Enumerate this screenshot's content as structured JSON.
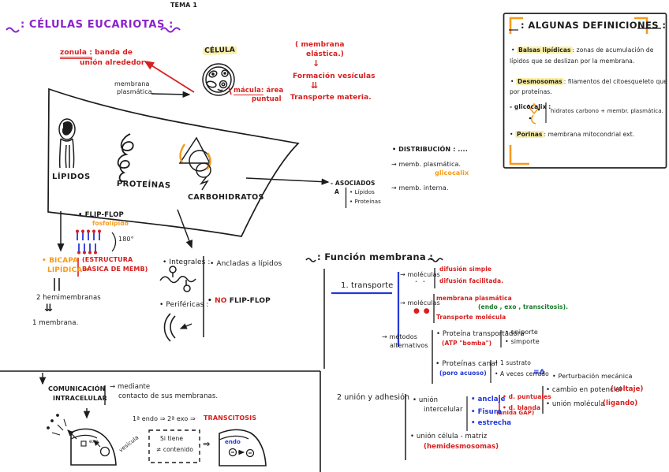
{
  "colors": {
    "ink": "#1c1c1e",
    "purple": "#8b23cc",
    "red": "#d81e1e",
    "orange": "#f59a1d",
    "blue": "#2337d8",
    "green": "#157a28",
    "highlight": "#faf0a8"
  },
  "header": {
    "tema": "TEMA 1",
    "title": ": CÉLULAS EUCARIOTAS :"
  },
  "zonula": {
    "term": "zonula :",
    "rest": " banda de",
    "line2": "unión alrededor"
  },
  "celula": {
    "label": "CÉLULA",
    "membrana_l1": "membrana",
    "membrana_l2": "plasmática.",
    "macula_term": "mácula:",
    "macula_rest": " área",
    "macula_l2": "puntual"
  },
  "elastica": {
    "l1": "( membrana",
    "l2": "elástica.)",
    "a1": "↓",
    "l3": "Formación vesículas",
    "a2": "⇊",
    "l4": "Transporte materia."
  },
  "banner": {
    "lipidos": "LÍPIDOS",
    "proteinas": "PROTEÍNAS",
    "carbohidratos": "CARBOHIDRATOS"
  },
  "asociados": {
    "l1": "- ASOCIADOS",
    "l2": "A",
    "item1": "• Lípidos",
    "item2": "• Proteínas"
  },
  "distribucion": {
    "title": "• DISTRIBUCIÓN : ....",
    "item1": "→ memb. plasmática.",
    "glicocalix": "glicocalix",
    "item2": "→ memb. interna."
  },
  "definiciones": {
    "title": ": ALGUNAS DEFINICIONES :",
    "bullet": "•",
    "balsas_term": "Balsas lipídicas",
    "balsas_rest": ": zonas de acumulación de",
    "balsas_l2": "lípidos que se deslizan por la membrana.",
    "desmosomas_term": "Desmosomas",
    "desmosomas_rest": ": filamentos del citoesqueleto que unen",
    "desmosomas_l2": "por proteínas.",
    "glicocalix_term": "- glicocalix :",
    "glicocalix_text": "hidratos carbono + membr. plasmática.",
    "porinas_term": "Porinas",
    "porinas_rest": ": membrana mitocondrial ext."
  },
  "flipflop": {
    "label": "• FLIP-FLOP",
    "sub": "fosfolípido",
    "angle": "180°"
  },
  "bicapa": {
    "l1": "• BICAPA",
    "l2": "LIPÍDICA •",
    "b1": "(ESTRUCTURA",
    "b2": "BÁSICA DE MEMB)",
    "hemi": "2 hemimembranas",
    "arrow": "⇊",
    "memb": "1 membrana."
  },
  "tipos": {
    "integrales": "• Integrales :",
    "ancladas": "• Ancladas a lípidos",
    "perifericas": "• Periféricas :",
    "no_pre": "• ",
    "no_word": "NO",
    "no_rest": " FLIP-FLOP"
  },
  "funcion": {
    "header": ": Función membrana :"
  },
  "transporte": {
    "title": "1. transporte",
    "mol1": "→ moléculas",
    "dots1": "· ·",
    "dif1": "difusión simple",
    "dif2": "difusión facilitada.",
    "mol2": "→ moléculas",
    "dots2": "● ●",
    "memb": "membrana plasmática",
    "endo": "(endo , exo , transcitosis).",
    "transp": "Transporte molécula",
    "met1": "→ métodos",
    "met2": "alternativos",
    "prot_t": "• Proteína transportadora",
    "atp": "(ATP \"bomba\")",
    "uniporte": "• uniporte",
    "simporte": "• simporte",
    "prot_c": "• Proteínas canal",
    "poro": "(poro acuoso)",
    "sustrato": "• 1 sustrato",
    "cerrado": "• A veces cerrado",
    "delta": "≡Δ",
    "perturbacion": "• Perturbación mecánica",
    "cambio": "• cambio en potencial",
    "voltaje": "(voltaje)",
    "union_mol": "• unión molécula",
    "ligando": "(ligando)"
  },
  "union": {
    "title": "2 unión y adhesión",
    "int1": "• unión",
    "int2": "intercelular",
    "anclaje": "• anclaje",
    "dp": "• d. puntuales",
    "db": "• d. blanda",
    "fisura": "• Fisura",
    "gap": "(unida GAP)",
    "estrecha": "• estrecha",
    "matriz": "• unión célula - matriz",
    "hemi": "(hemidesmosomas)"
  },
  "comunicacion": {
    "l1": "COMUNICACIÓN",
    "l2": "INTRACELULAR",
    "med1": "→ mediante",
    "med2": "contacto de sus membranas.",
    "sec": "1ª endo ⇒ 2ª exo ⇒",
    "transcitosis": "TRANSCITOSIS",
    "exo": "exo",
    "vesicula": "vesícula",
    "si1": "Si tiene",
    "si2": "≠ contenido",
    "implies": "⇒",
    "endo": "endo"
  }
}
